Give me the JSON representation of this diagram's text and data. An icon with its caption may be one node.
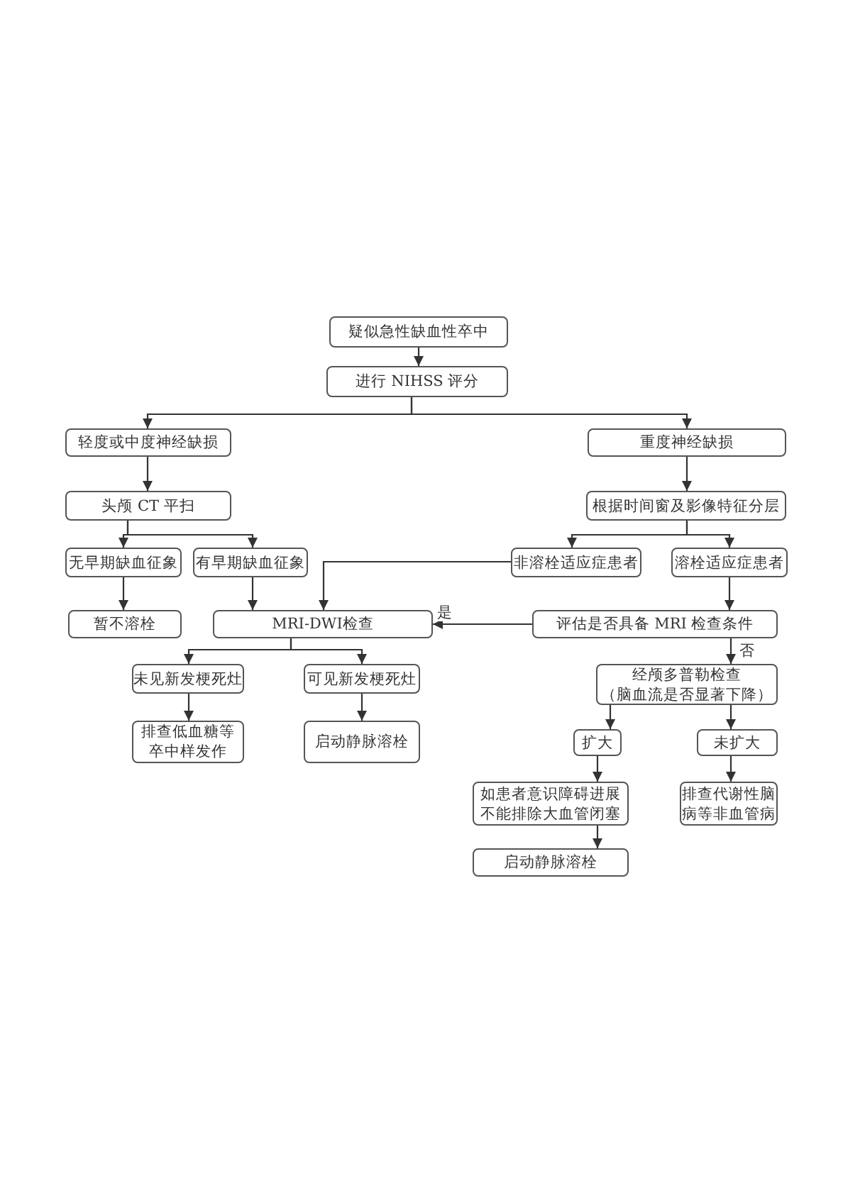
{
  "diagram": {
    "nodes": [
      {
        "text": [
          "疑似急性缺血性卒中"
        ]
      },
      {
        "text": [
          "进行 NIHSS 评分"
        ]
      },
      {
        "text": [
          "轻度或中度神经缺损"
        ]
      },
      {
        "text": [
          "重度神经缺损"
        ]
      },
      {
        "text": [
          "头颅 CT 平扫"
        ]
      },
      {
        "text": [
          "根据时间窗及影像特征分层"
        ]
      },
      {
        "text": [
          "无早期缺血征象"
        ]
      },
      {
        "text": [
          "有早期缺血征象"
        ]
      },
      {
        "text": [
          "非溶栓适应症患者"
        ]
      },
      {
        "text": [
          "溶栓适应症患者"
        ]
      },
      {
        "text": [
          "暂不溶栓"
        ]
      },
      {
        "text": [
          "MRI-DWI检查"
        ]
      },
      {
        "text": [
          "评估是否具备 MRI 检查条件"
        ]
      },
      {
        "text": [
          "未见新发梗死灶"
        ]
      },
      {
        "text": [
          "可见新发梗死灶"
        ]
      },
      {
        "text": [
          "经颅多普勒检查",
          "（脑血流是否显著下降）"
        ]
      },
      {
        "text": [
          "排查低血糖等卒中样发作"
        ]
      },
      {
        "text": [
          "启动静脉溶栓"
        ]
      },
      {
        "text": [
          "扩大"
        ]
      },
      {
        "text": [
          "未扩大"
        ]
      },
      {
        "text": [
          "如患者意识障碍进展不能排除大血管闭塞"
        ]
      },
      {
        "text": [
          "排查代谢性脑病等非血管病"
        ]
      },
      {
        "text": [
          "启动静脉溶栓"
        ]
      }
    ],
    "edges": [
      {
        "from": 0,
        "to": 1,
        "arrow": "to"
      },
      {
        "from": 1,
        "to": 2,
        "arrow": "to"
      },
      {
        "from": 1,
        "to": 3,
        "arrow": "to"
      },
      {
        "from": 2,
        "to": 4,
        "arrow": "to"
      },
      {
        "from": 3,
        "to": 5,
        "arrow": "to"
      },
      {
        "from": 4,
        "to": 6,
        "arrow": "to"
      },
      {
        "from": 4,
        "to": 7,
        "arrow": "to"
      },
      {
        "from": 5,
        "to": 8,
        "arrow": "to"
      },
      {
        "from": 5,
        "to": 9,
        "arrow": "to"
      },
      {
        "from": 6,
        "to": 10,
        "arrow": "to"
      },
      {
        "from": 7,
        "to": 11,
        "arrow": "to"
      },
      {
        "from": 8,
        "to": 11,
        "arrow": "to"
      },
      {
        "from": 9,
        "to": 12,
        "arrow": "to"
      },
      {
        "from": 12,
        "to": 11,
        "arrow": "to",
        "label": "是"
      },
      {
        "from": 12,
        "to": 15,
        "arrow": "to",
        "label": "否"
      },
      {
        "from": 11,
        "to": 13,
        "arrow": "to"
      },
      {
        "from": 11,
        "to": 14,
        "arrow": "to"
      },
      {
        "from": 13,
        "to": 16,
        "arrow": "to"
      },
      {
        "from": 14,
        "to": 17,
        "arrow": "to"
      },
      {
        "from": 15,
        "to": 18,
        "arrow": "to"
      },
      {
        "from": 15,
        "to": 19,
        "arrow": "to"
      },
      {
        "from": 18,
        "to": 20,
        "arrow": "to"
      },
      {
        "from": 19,
        "to": 21,
        "arrow": "to"
      },
      {
        "from": 20,
        "to": 22,
        "arrow": "to"
      }
    ]
  }
}
